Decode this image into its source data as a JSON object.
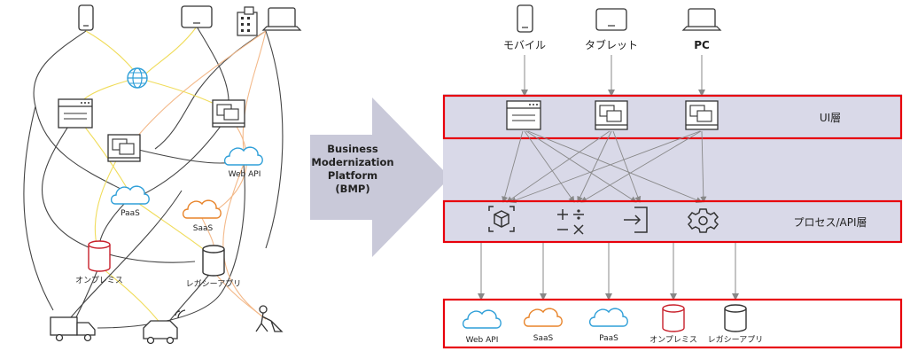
{
  "left": {
    "labels": {
      "web_api": "Web API",
      "paas": "PaaS",
      "saas": "SaaS",
      "onprem": "オンプレミス",
      "legacy": "レガシーアプリ"
    }
  },
  "arrow": {
    "line1": "Business",
    "line2": "Modernization",
    "line3": "Platform",
    "line4": "(BMP)"
  },
  "right": {
    "devices": {
      "mobile": "モバイル",
      "tablet": "タブレット",
      "pc": "PC"
    },
    "layers": {
      "ui": "UI層",
      "process": "プロセス/API層"
    },
    "services": {
      "web_api": "Web API",
      "saas": "SaaS",
      "paas": "PaaS",
      "onprem": "オンプレミス",
      "legacy": "レガシーアプリ"
    }
  },
  "colors": {
    "layer_fill": "#d9d9e8",
    "highlight": "#e8000b",
    "cloud_blue": "#2f9fd8",
    "cloud_orange": "#e8842a",
    "db_red": "#c8202b",
    "arrow_gray": "#c9c9d9"
  }
}
